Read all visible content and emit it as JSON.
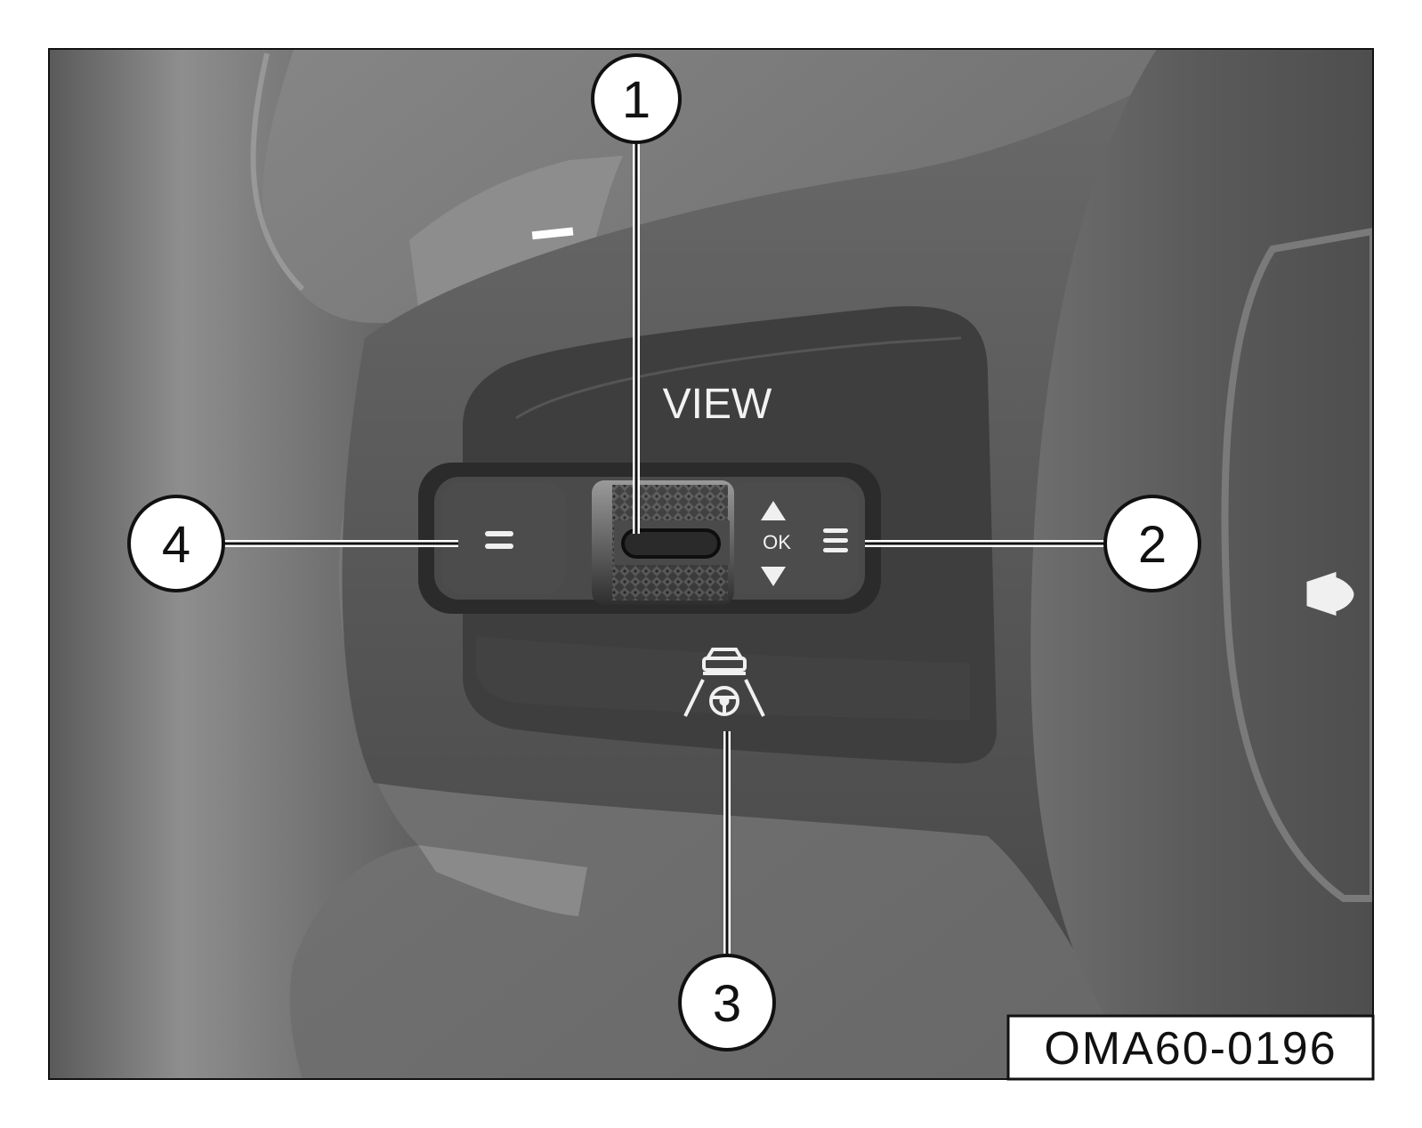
{
  "diagram": {
    "figure_code": "OMA60-0196",
    "labels": {
      "view": "VIEW",
      "ok": "OK"
    },
    "callouts": [
      {
        "number": "1"
      },
      {
        "number": "2"
      },
      {
        "number": "3"
      },
      {
        "number": "4"
      }
    ],
    "icons": {
      "paddle_minus": "minus-icon",
      "left_button": "double-dash-icon",
      "right_button": "triple-dash-icon",
      "up": "triangle-up-icon",
      "down": "triangle-down-icon",
      "driver_assist": "lane-assist-car-icon",
      "horn": "horn-icon"
    },
    "colors": {
      "background": "#7a7a7a",
      "spoke": "#565656",
      "panel": "#3c3c3c",
      "button_face": "#484848",
      "frame": "#111111"
    }
  }
}
